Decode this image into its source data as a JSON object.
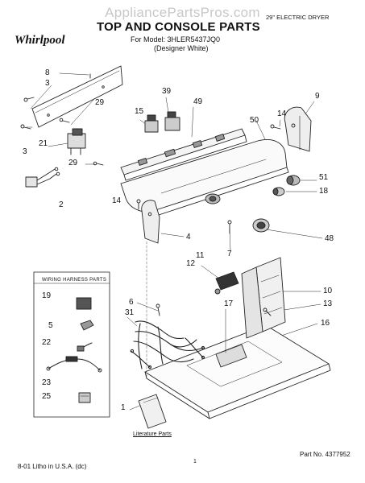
{
  "watermark": "AppliancePartsPros.com",
  "brand": "Whirlpool",
  "title": "TOP AND CONSOLE PARTS",
  "model_line": "For Model: 3HLER5437JQ0",
  "variant": "(Designer White)",
  "spec": "29\" ELECTRIC DRYER",
  "inset": {
    "title": "WIRING HARNESS PARTS"
  },
  "literature_label": "Literature Parts",
  "page_number": "1",
  "footer_left": "8-01 Litho in U.S.A. (dc)",
  "footer_right": "Part No. 4377952",
  "callouts": {
    "c8": "8",
    "c3a": "3",
    "c29a": "29",
    "c21": "21",
    "c3b": "3",
    "c29b": "29",
    "c2": "2",
    "c15": "15",
    "c39": "39",
    "c49": "49",
    "c50": "50",
    "c14a": "14",
    "c9": "9",
    "c51": "51",
    "c18": "18",
    "c14b": "14",
    "c4": "4",
    "c48": "48",
    "c7": "7",
    "c11": "11",
    "c12": "12",
    "c10": "10",
    "c13": "13",
    "c6": "6",
    "c31": "31",
    "c17": "17",
    "c16": "16",
    "c1": "1",
    "c19": "19",
    "c5": "5",
    "c22": "22",
    "c23": "23",
    "c25": "25"
  }
}
